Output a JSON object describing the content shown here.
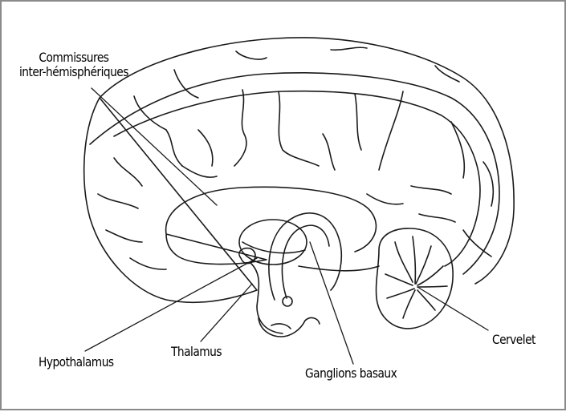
{
  "labels": {
    "commissures_line1": "Commissures",
    "commissures_line2": "inter-hémisphériques",
    "hypothalamus": "Hypothalamus",
    "thalamus": "Thalamus",
    "ganglions": "Ganglions basaux",
    "cervelet": "Cervelet"
  },
  "colors": {
    "stroke": "#1a1a1a",
    "background": "#ffffff",
    "frame": "#8a8a8a"
  }
}
